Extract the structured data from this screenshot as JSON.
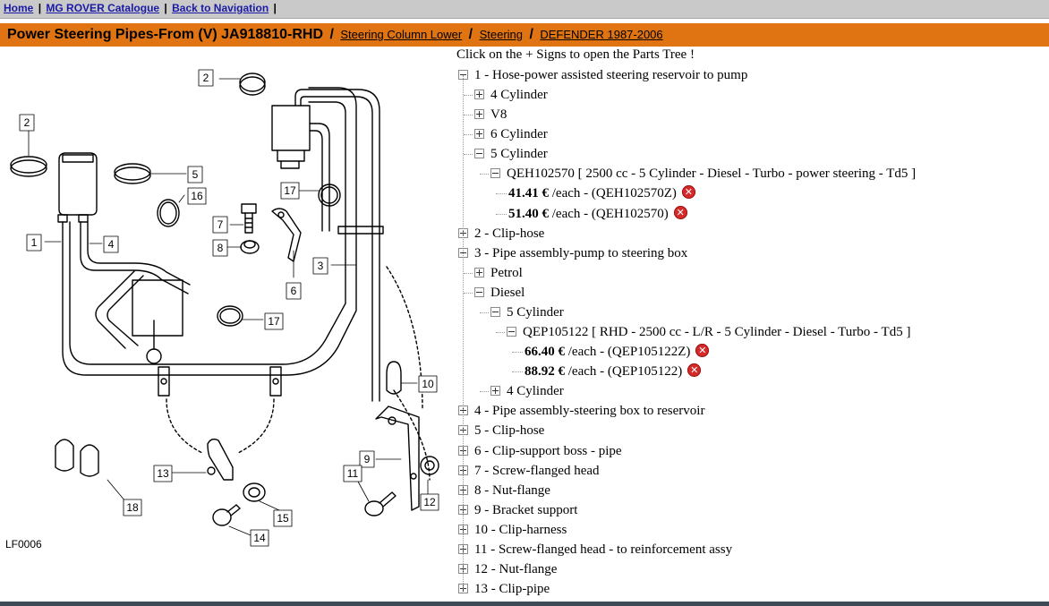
{
  "nav": {
    "home": "Home",
    "catalogue": "MG ROVER Catalogue",
    "back": "Back to Navigation",
    "sep": "|"
  },
  "title": {
    "main": "Power Steering Pipes-From (V) JA918810-RHD",
    "slash": "/",
    "crumbs": [
      "Steering Column Lower",
      "Steering",
      "DEFENDER 1987-2006"
    ]
  },
  "diagram": {
    "code": "LF0006",
    "callouts": [
      "2",
      "2",
      "5",
      "16",
      "17",
      "7",
      "8",
      "1",
      "4",
      "3",
      "6",
      "17",
      "10",
      "9",
      "11",
      "12",
      "13",
      "15",
      "14",
      "18"
    ]
  },
  "tree": {
    "hint": "Click on the + Signs to open the Parts Tree !",
    "nodes": [
      {
        "text": "1 - Hose-power assisted steering reservoir to pump",
        "state": "open"
      },
      {
        "text": "4 Cylinder",
        "state": "closed"
      },
      {
        "text": "V8",
        "state": "closed"
      },
      {
        "text": "6 Cylinder",
        "state": "closed"
      },
      {
        "text": "5 Cylinder",
        "state": "open"
      },
      {
        "text": "QEH102570 [ 2500 cc - 5 Cylinder - Diesel - Turbo - power steering - Td5 ]",
        "state": "open"
      },
      {
        "price": "41.41 €",
        "rest": " /each - (QEH102570Z)"
      },
      {
        "price": "51.40 €",
        "rest": " /each - (QEH102570)"
      },
      {
        "text": "2 - Clip-hose",
        "state": "closed"
      },
      {
        "text": "3 - Pipe assembly-pump to steering box",
        "state": "open"
      },
      {
        "text": "Petrol",
        "state": "closed"
      },
      {
        "text": "Diesel",
        "state": "open"
      },
      {
        "text": "5 Cylinder",
        "state": "open"
      },
      {
        "text": "QEP105122 [ RHD - 2500 cc - L/R - 5 Cylinder - Diesel - Turbo - Td5 ]",
        "state": "open"
      },
      {
        "price": "66.40 €",
        "rest": " /each - (QEP105122Z)"
      },
      {
        "price": "88.92 €",
        "rest": " /each - (QEP105122)"
      },
      {
        "text": "4 Cylinder",
        "state": "closed"
      },
      {
        "text": "4 - Pipe assembly-steering box to reservoir",
        "state": "closed"
      },
      {
        "text": "5 - Clip-hose",
        "state": "closed"
      },
      {
        "text": "6 - Clip-support boss - pipe",
        "state": "closed"
      },
      {
        "text": "7 - Screw-flanged head",
        "state": "closed"
      },
      {
        "text": "8 - Nut-flange",
        "state": "closed"
      },
      {
        "text": "9 - Bracket support",
        "state": "closed"
      },
      {
        "text": "10 - Clip-harness",
        "state": "closed"
      },
      {
        "text": "11 - Screw-flanged head - to reinforcement assy",
        "state": "closed"
      },
      {
        "text": "12 - Nut-flange",
        "state": "closed"
      },
      {
        "text": "13 - Clip-pipe",
        "state": "closed"
      }
    ]
  },
  "colors": {
    "titlebar": "#e07312",
    "link": "#1a1aa6",
    "delete": "#d42a2a"
  },
  "icons": {
    "expand": "plus-box-icon",
    "collapse": "minus-box-icon",
    "remove": "delete-x-icon"
  }
}
